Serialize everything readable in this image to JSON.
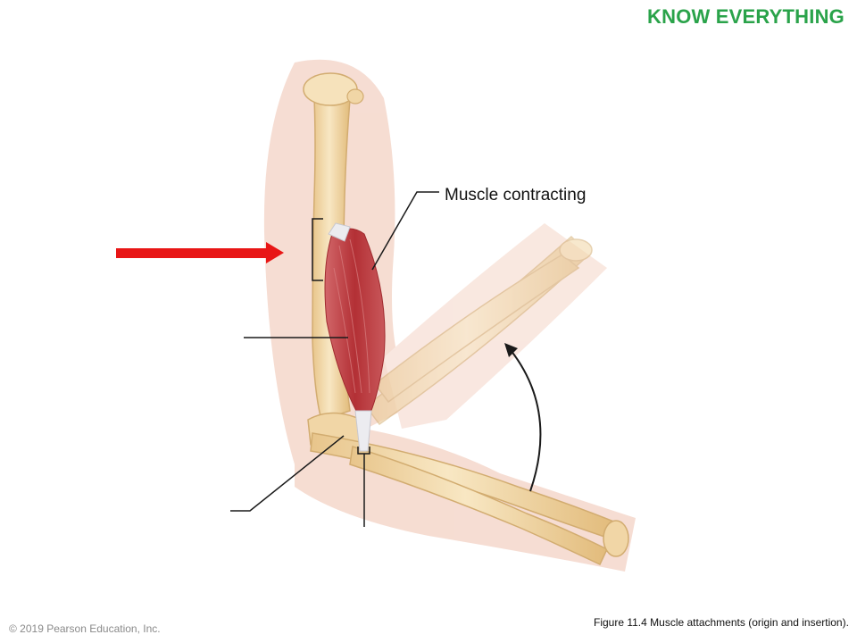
{
  "brand": {
    "text": "KNOW EVERYTHING",
    "color": "#2aa34a"
  },
  "labels": {
    "muscle_contracting": "Muscle contracting"
  },
  "footer": {
    "copyright": "© 2019 Pearson Education, Inc.",
    "caption": "Figure 11.4 Muscle attachments (origin and insertion)."
  },
  "colors": {
    "skin": "#f6ddd0",
    "bone": "#f1d6a6",
    "bone_outline": "#d2ac70",
    "muscle": "#b9373a",
    "tendon": "#ececf0",
    "indicator_arrow": "#e81616",
    "leader_line": "#1a1a1a"
  }
}
